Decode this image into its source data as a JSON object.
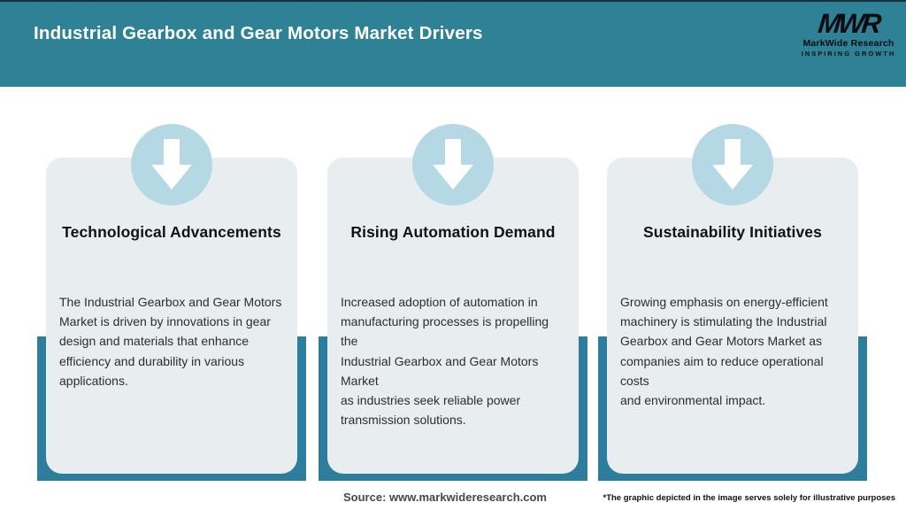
{
  "header": {
    "title": "Industrial Gearbox and Gear Motors Market Drivers",
    "logo": {
      "acronym": "MWR",
      "name": "MarkWide Research",
      "tagline": "INSPIRING GROWTH"
    }
  },
  "cards": [
    {
      "title": "Technological Advancements",
      "body": "The Industrial Gearbox and Gear Motors\nMarket is driven by innovations in gear\ndesign and materials that enhance\nefficiency and durability in various\napplications."
    },
    {
      "title": "Rising Automation Demand",
      "body": "Increased adoption of automation in\nmanufacturing processes is propelling the\nIndustrial Gearbox and Gear Motors Market\nas industries seek reliable power\ntransmission solutions."
    },
    {
      "title": "Sustainability Initiatives",
      "body": "Growing emphasis on energy-efficient\nmachinery is stimulating the Industrial\nGearbox and Gear Motors Market as\ncompanies aim to reduce operational costs\nand environmental impact."
    }
  ],
  "footer": {
    "source": "Source: www.markwideresearch.com",
    "disclaimer": "*The graphic depicted in the image serves solely for illustrative purposes"
  },
  "colors": {
    "header_teal": "#2f8196",
    "accent_teal": "#2d7e9d",
    "card_bg": "#e8edef",
    "badge_blue": "#b4d8e4",
    "arrow_white": "#ffffff"
  },
  "icons": {
    "badge_icon": "down-arrow-icon"
  }
}
